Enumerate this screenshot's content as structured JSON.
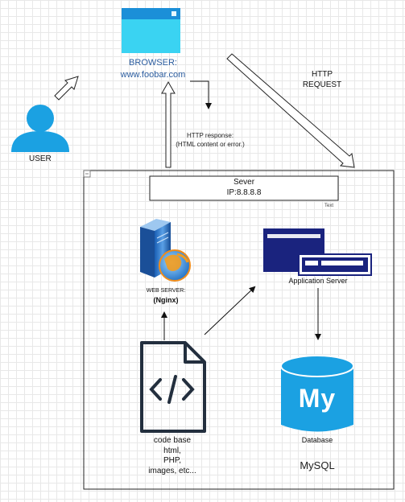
{
  "user": {
    "label": "USER"
  },
  "browser": {
    "label": "BROWSER:",
    "url": "www.foobar.com"
  },
  "http_request": {
    "line1": "HTTP",
    "line2": "REQUEST"
  },
  "http_response": {
    "line1": "HTTP response:",
    "line2": "(HTML content or error.)"
  },
  "server": {
    "title": "Sever",
    "ip": "IP:8.8.8.8",
    "text_tag": "Text",
    "collapse_symbol": "⊟"
  },
  "web_server": {
    "label": "WEB SERVER:",
    "name": "(Nginx)"
  },
  "app_server": {
    "label": "Application Server"
  },
  "code_base": {
    "line1": "code base",
    "line2": "html,",
    "line3": "PHP,",
    "line4": "images, etc..."
  },
  "database": {
    "label": "Database",
    "logo_text": "My",
    "engine": "MySQL"
  },
  "colors": {
    "user_blue": "#1ba1e2",
    "browser_blue": "#1ba1e2",
    "app_navy": "#1a237e",
    "db_blue": "#1ba1e2",
    "code_dark": "#232f3e"
  }
}
